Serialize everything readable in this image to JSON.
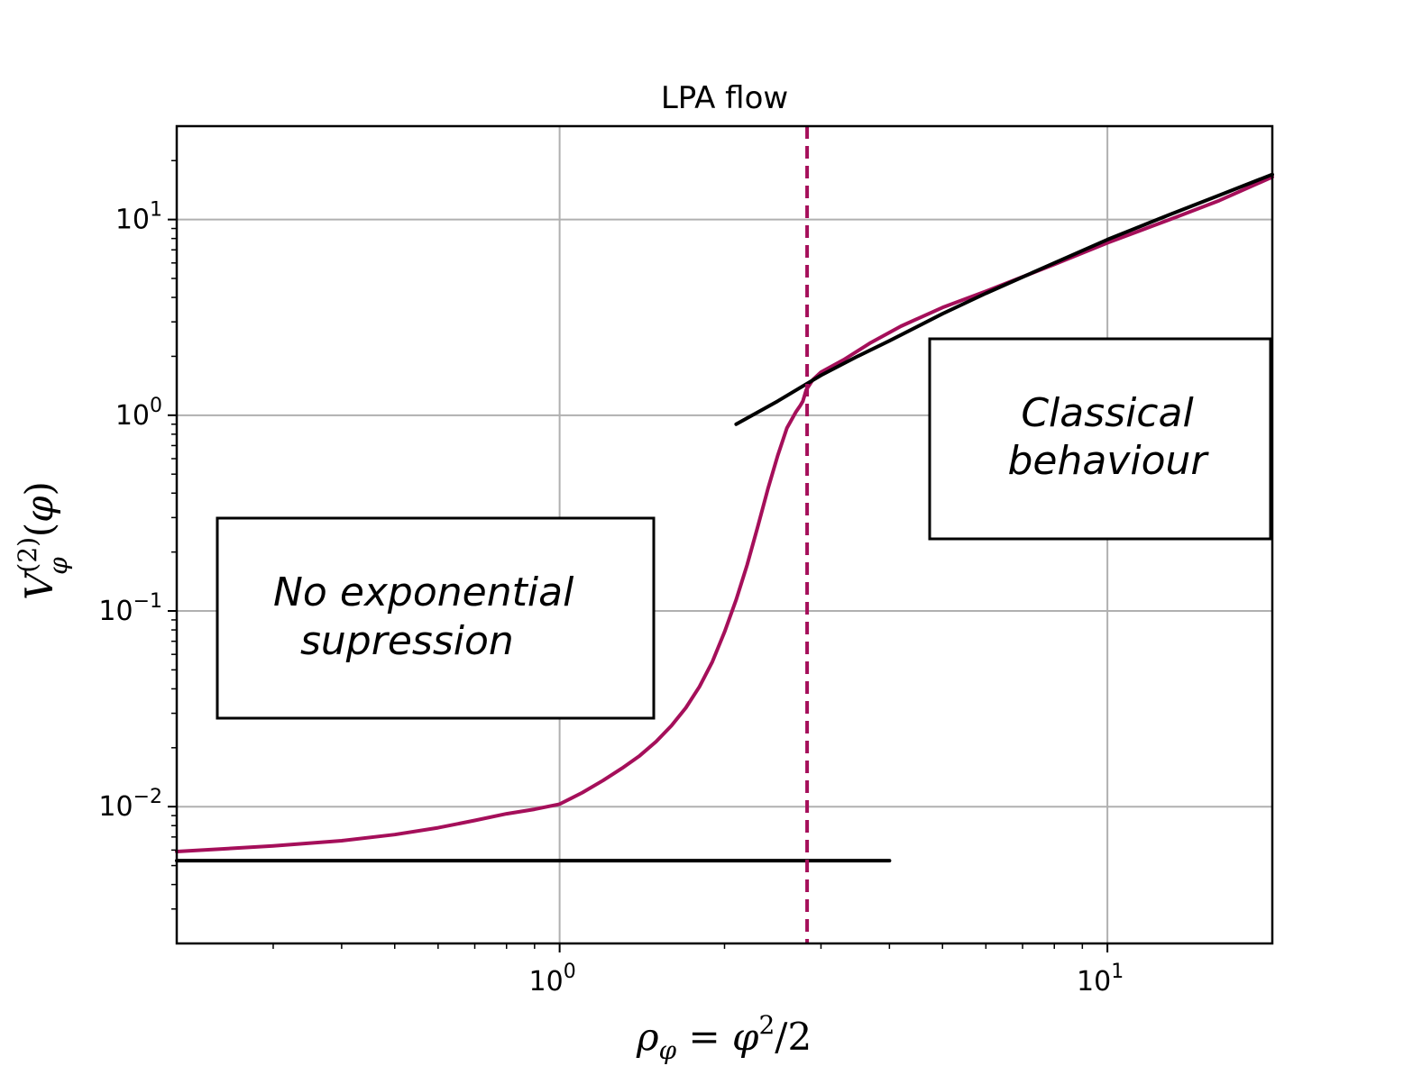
{
  "chart_data": {
    "type": "line",
    "title": "LPA flow",
    "xlabel": "ρφ = φ²/2",
    "ylabel": "V(2)φ(φ)",
    "xscale": "log",
    "yscale": "log",
    "xlim": [
      0.2,
      20
    ],
    "ylim": [
      0.002,
      30
    ],
    "grid": true,
    "x_ticks": [
      {
        "value": 1,
        "base": "10",
        "exp": "0"
      },
      {
        "value": 10,
        "base": "10",
        "exp": "1"
      }
    ],
    "y_ticks": [
      {
        "value": 10,
        "base": "10",
        "exp": "1"
      },
      {
        "value": 1,
        "base": "10",
        "exp": "0"
      },
      {
        "value": 0.1,
        "base": "10",
        "exp": "−1"
      },
      {
        "value": 0.01,
        "base": "10",
        "exp": "−2"
      }
    ],
    "series": [
      {
        "color": "#a50f5a",
        "style": "solid",
        "x": [
          0.2,
          0.3,
          0.4,
          0.5,
          0.6,
          0.7,
          0.8,
          0.9,
          1.0,
          1.1,
          1.2,
          1.3,
          1.4,
          1.5,
          1.6,
          1.7,
          1.8,
          1.9,
          2.0,
          2.1,
          2.2,
          2.3,
          2.4,
          2.5,
          2.6,
          2.7,
          2.75,
          2.78,
          2.82,
          2.9,
          3.0,
          3.3,
          3.7,
          4.2,
          5.0,
          6.0,
          8.0,
          10.0,
          13.0,
          16.0,
          20.0
        ],
        "y": [
          0.0059,
          0.0063,
          0.0067,
          0.0072,
          0.0078,
          0.0085,
          0.0092,
          0.0097,
          0.0103,
          0.0118,
          0.0136,
          0.0157,
          0.0182,
          0.0215,
          0.0259,
          0.032,
          0.041,
          0.055,
          0.078,
          0.114,
          0.172,
          0.27,
          0.42,
          0.62,
          0.86,
          1.04,
          1.12,
          1.18,
          1.35,
          1.52,
          1.66,
          1.92,
          2.35,
          2.85,
          3.55,
          4.3,
          5.9,
          7.6,
          10.0,
          12.5,
          16.5
        ]
      },
      {
        "color": "#000000",
        "style": "solid",
        "x": [
          2.1,
          2.5,
          3.0,
          3.5,
          4.0,
          5.0,
          6.0,
          8.0,
          10.0,
          13.0,
          16.0,
          20.0
        ],
        "y": [
          0.9,
          1.18,
          1.6,
          2.0,
          2.4,
          3.3,
          4.2,
          6.0,
          7.9,
          10.6,
          13.3,
          17.0
        ]
      },
      {
        "color": "#000000",
        "style": "solid",
        "x": [
          0.2,
          4.0
        ],
        "y": [
          0.0053,
          0.0053
        ]
      }
    ],
    "vlines": [
      {
        "x": 2.83,
        "color": "#a50f5a",
        "style": "dashed"
      }
    ],
    "annotations": [
      {
        "lines": [
          "No exponential",
          "supression"
        ]
      },
      {
        "lines": [
          "Classical",
          "behaviour"
        ]
      }
    ]
  }
}
